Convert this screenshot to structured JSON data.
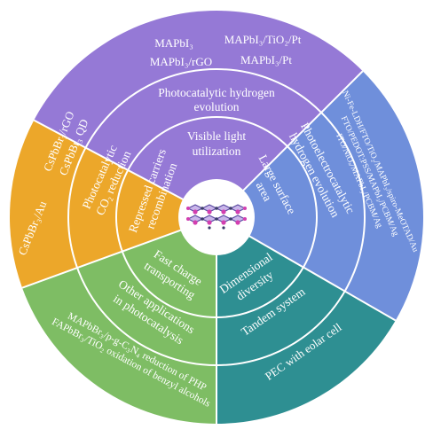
{
  "colors": {
    "purple": "#9579d6",
    "blue": "#6f8fdb",
    "teal": "#2e8f92",
    "green": "#7ebd64",
    "orange": "#eca72a",
    "divider": "#ffffff",
    "center_disc": "#ffffff"
  },
  "segments": {
    "top": {
      "outer_lines": [
        "MAPbI₃",
        "MAPbI₃/TiO₂/Pt",
        "MAPbI₃/rGO",
        "MAPbI₃/Pt"
      ],
      "mid_lines": [
        "Photocatalytic hydrogen",
        "evolution"
      ],
      "inner_lines": [
        "Visible light",
        "utilization"
      ]
    },
    "right": {
      "outer_lines": [
        "Ni-Fe-LDH/FTO/TiO₂/MAPbI₃/spiro-MeOTAD/Au",
        "FTO/PEDOT:PSS/MAPbI₃/PCBM/Ag",
        "ITO/NiOₓ/MAPbI₃/PCBM/Ag"
      ],
      "mid_lines": [
        "Photoelectrocatalytic",
        "hydrogen evolution"
      ],
      "inner_lines": [
        "Large surface",
        "area"
      ]
    },
    "bottom_right": {
      "outer_lines": [
        "PEC with eolar cell"
      ],
      "mid_lines": [
        "Tandem system"
      ],
      "inner_lines": [
        "Dimensional",
        "diversity"
      ]
    },
    "bottom_left": {
      "outer_lines": [
        "MAPbBr₃/p-g-C₃N₄ reduction of PHP",
        "FAPbBr₃/TiO₂ oxidation of benzyl alcohols"
      ],
      "mid_lines": [
        "Other applications",
        "in photocatalysis"
      ],
      "inner_lines": [
        "Fast charge",
        "transporting"
      ]
    },
    "left": {
      "outer_lines": [
        "CsPbBr₃/Au",
        "CsPbBr₃/rGO",
        "CsPbBr₃ QD"
      ],
      "mid_lines": [
        "Photocatalytic",
        "CO₂ reduction"
      ],
      "inner_lines": [
        "Repressed carriers",
        "recombination"
      ]
    }
  }
}
